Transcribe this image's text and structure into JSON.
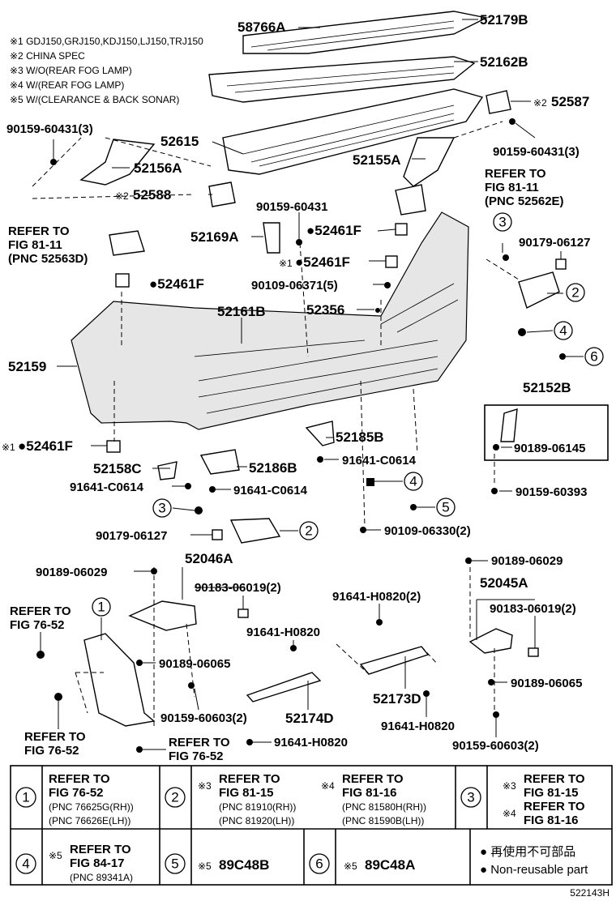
{
  "notes": [
    "※1 GDJ150,GRJ150,KDJ150,LJ150,TRJ150",
    "※2 CHINA SPEC",
    "※3 W/O(REAR FOG LAMP)",
    "※4 W/(REAR FOG LAMP)",
    "※5 W/(CLEARANCE & BACK SONAR)"
  ],
  "labels": {
    "l58766A": "58766A",
    "l52179B": "52179B",
    "l52162B": "52162B",
    "l52587": "52587",
    "m52587": "※2",
    "l9015960431_3a": "90159-60431(3)",
    "l52615": "52615",
    "l52156A": "52156A",
    "l52155A": "52155A",
    "l9015960431_3b": "90159-60431(3)",
    "m52588": "※2",
    "l52588": "52588",
    "refer8111e_1": "REFER TO",
    "refer8111e_2": "FIG 81-11",
    "refer8111e_3": "(PNC 52562E)",
    "l9015960431": "90159-60431",
    "l52169A": "52169A",
    "l52461F_a": "●52461F",
    "refer8111d_1": "REFER TO",
    "refer8111d_2": "FIG 81-11",
    "refer8111d_3": "(PNC 52563D)",
    "m52461F_b": "※1",
    "l52461F_b": "●52461F",
    "c3a": "3",
    "l9017906127a": "90179-06127",
    "l52461F_c": "●52461F",
    "l9010906371": "90109-06371(5)",
    "c2a": "2",
    "l52356": "52356",
    "l52161B": "52161B",
    "c4a": "4",
    "c6a": "6",
    "l52159": "52159",
    "l52152B": "52152B",
    "l9018906145": "90189-06145",
    "m52461F_d": "※1",
    "l52461F_d": "●52461F",
    "l52185B": "52185B",
    "l91641C0614a": "91641-C0614",
    "l52158C": "52158C",
    "l52186B": "52186B",
    "c4b": "4",
    "l91641C0614b": "91641-C0614",
    "l91641C0614c": "91641-C0614",
    "l9015960393": "90159-60393",
    "c5a": "5",
    "c3b": "3",
    "c2b": "2",
    "l9017906127b": "90179-06127",
    "l9010906330": "90109-06330(2)",
    "l52046A": "52046A",
    "l9018906029a": "90189-06029",
    "l9018306019a": "90183-06019(2)",
    "l9018906029b": "90189-06029",
    "l52045A": "52045A",
    "l91641H0820_2": "91641-H0820(2)",
    "l9018306019b": "90183-06019(2)",
    "refer7652a_1": "REFER TO",
    "refer7652a_2": "FIG 76-52",
    "c1": "1",
    "l91641H0820a": "91641-H0820",
    "l9018906065a": "90189-06065",
    "l9018906065b": "90189-06065",
    "l52173D": "52173D",
    "l9015960603a": "90159-60603(2)",
    "l52174D": "52174D",
    "l91641H0820b": "91641-H0820",
    "refer7652b_1": "REFER TO",
    "refer7652b_2": "FIG 76-52",
    "refer7652c_1": "REFER TO",
    "refer7652c_2": "FIG 76-52",
    "l91641H0820c": "91641-H0820",
    "l9015960603b": "90159-60603(2)"
  },
  "table": {
    "r1": {
      "c1_num": "1",
      "c1_l1": "REFER TO",
      "c1_l2": "FIG 76-52",
      "c1_l3": "(PNC 76625G(RH))",
      "c1_l4": "(PNC 76626E(LH))",
      "c2_num": "2",
      "c2_m1": "※3",
      "c2_l1": "REFER TO",
      "c2_l2": "FIG 81-15",
      "c2_l3": "(PNC 81910(RH))",
      "c2_l4": "(PNC 81920(LH))",
      "c2_m2": "※4",
      "c2_r1": "REFER TO",
      "c2_r2": "FIG 81-16",
      "c2_r3": "(PNC 81580H(RH))",
      "c2_r4": "(PNC 81590B(LH))",
      "c3_num": "3",
      "c3_m1": "※3",
      "c3_l1": "REFER TO",
      "c3_l2": "FIG 81-15",
      "c3_m2": "※4",
      "c3_l3": "REFER TO",
      "c3_l4": "FIG 81-16"
    },
    "r2": {
      "c4_num": "4",
      "c4_m": "※5",
      "c4_l1": "REFER TO",
      "c4_l2": "FIG 84-17",
      "c4_l3": "(PNC 89341A)",
      "c5_num": "5",
      "c5_m": "※5",
      "c5_v": "89C48B",
      "c6_num": "6",
      "c6_m": "※5",
      "c6_v": "89C48A",
      "legend_jp": "● 再使用不可部品",
      "legend_en": "● Non-reusable part"
    }
  },
  "footer_code": "522143H"
}
